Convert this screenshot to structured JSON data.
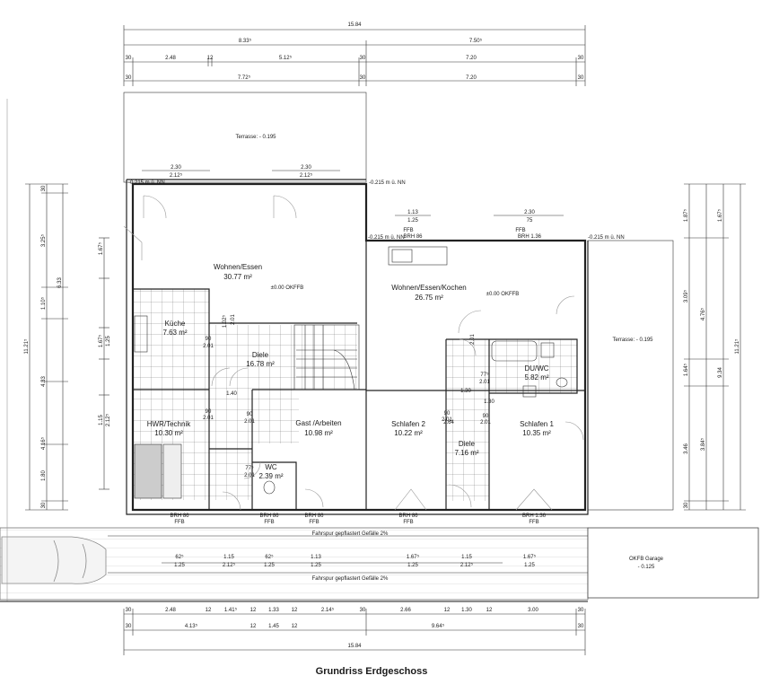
{
  "title": "Grundriss Erdgeschoss",
  "dimensions": {
    "top_total": "15.84",
    "top_row1": [
      "8.33⁵",
      "7.50⁵"
    ],
    "top_row2": [
      "30",
      "2.48",
      "12",
      "5.12⁵",
      "30",
      "7.20",
      "30"
    ],
    "top_row3": [
      "30",
      "7.72⁵",
      "30",
      "7.20",
      "30"
    ],
    "left_outer": [
      "30",
      "3.25⁵",
      "1.10⁵",
      "4.33",
      "4.16⁵",
      "1.80",
      "30"
    ],
    "left_total_a": "6.33",
    "left_total_b": "11.21⁵",
    "left_inner": [
      "1.67⁵",
      "1.25",
      "1.15",
      "2.12⁵"
    ],
    "right_inner": [
      "1.87⁵",
      "3.09⁵",
      "1.64⁵",
      "3.46",
      "30"
    ],
    "right_mid": [
      "1.67⁵",
      "4.76⁵",
      "3.84⁵",
      "9.34"
    ],
    "right_total": "11.21⁵",
    "bottom_row1": [
      "30",
      "2.48",
      "12",
      "1.41⁵",
      "12",
      "1.33",
      "12",
      "2.14⁵",
      "30",
      "2.66",
      "12",
      "1.30",
      "12",
      "3.00",
      "30"
    ],
    "bottom_row2": [
      "30",
      "4.13⁵",
      "12",
      "1.45",
      "12",
      "9.64⁵",
      "30"
    ],
    "bottom_total": "15.84"
  },
  "rooms": [
    {
      "name": "Terrasse: - 0.195",
      "area": ""
    },
    {
      "name": "Wohnen/Essen",
      "area": "30.77 m²"
    },
    {
      "name": "Wohnen/Essen/Kochen",
      "area": "26.75 m²"
    },
    {
      "name": "Küche",
      "area": "7.63 m²"
    },
    {
      "name": "Diele",
      "area": "16.78 m²"
    },
    {
      "name": "Gast /Arbeiten",
      "area": "10.98 m²"
    },
    {
      "name": "HWR/Technik",
      "area": "10.30 m²"
    },
    {
      "name": "WC",
      "area": "2.39 m²"
    },
    {
      "name": "Schlafen 2",
      "area": "10.22 m²"
    },
    {
      "name": "Diele",
      "area": "7.16 m²"
    },
    {
      "name": "Schlafen 1",
      "area": "10.35 m²"
    },
    {
      "name": "DU/WC",
      "area": "5.82 m²"
    },
    {
      "name": "Terrasse: - 0.195",
      "area": ""
    },
    {
      "name": "OKFB Garage",
      "area": "- 0.125"
    }
  ],
  "level_marks": [
    "±0.00 OKFFB",
    "±0.00 OKFFB",
    "-0.215 m ü. NN",
    "-0.215 m ü. NN",
    "-0.215 m ü. NN",
    "-0.215 m ü. NN"
  ],
  "openings": {
    "terrace_windows": [
      [
        "2.30",
        "2.12⁵"
      ],
      [
        "2.30",
        "2.12⁵"
      ]
    ],
    "kitchen_windows": [
      [
        "1.13",
        "1.25"
      ],
      [
        "2.30",
        "75"
      ]
    ],
    "ffb_labels": [
      "FFB",
      "BRH 86",
      "FFB",
      "BRH 1.36",
      "BRH 86",
      "FFB",
      "BRH 86",
      "FFB",
      "BRH 86",
      "FFB",
      "BRH 86",
      "FFB",
      "BRH 1.36",
      "FFB"
    ],
    "door_sizes": [
      "90",
      "2.01",
      "1.40",
      "90",
      "2.01",
      "90",
      "2.01",
      "77⁵",
      "2.01",
      "90",
      "2.01",
      "1.30",
      "77⁵",
      "2.01",
      "1.30",
      "2.64",
      "90",
      "2.01",
      "1.02⁵",
      "2.01",
      "2.01"
    ],
    "bottom_row": [
      [
        "62⁵",
        "1.25"
      ],
      [
        "1.15",
        "2.12⁵"
      ],
      [
        "62⁵",
        "1.25"
      ],
      [
        "1.13",
        "1.25"
      ],
      [
        "1.67⁵",
        "1.25"
      ],
      [
        "1.15",
        "2.12⁵"
      ],
      [
        "1.67⁵",
        "1.25"
      ]
    ]
  },
  "driveway": [
    "Fahrspur gepflastert   Gefälle 2%",
    "Fahrspur gepflastert   Gefälle 2%"
  ]
}
